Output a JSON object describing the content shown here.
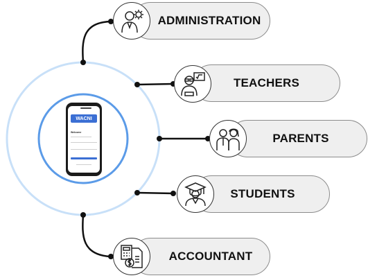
{
  "hub": {
    "app_name": "WACNI",
    "welcome_text": "Welcome",
    "colors": {
      "inner_ring": "#5b9be8",
      "outer_ring": "#c8e0f8",
      "app_bar": "#3b6fd4"
    }
  },
  "roles": [
    {
      "label": "ADMINISTRATION",
      "icon": "administration-gear-person-icon"
    },
    {
      "label": "TEACHERS",
      "icon": "teacher-with-board-icon"
    },
    {
      "label": "PARENTS",
      "icon": "parents-couple-icon"
    },
    {
      "label": "STUDENTS",
      "icon": "graduate-student-icon"
    },
    {
      "label": "ACCOUNTANT",
      "icon": "calculator-invoice-icon"
    }
  ]
}
